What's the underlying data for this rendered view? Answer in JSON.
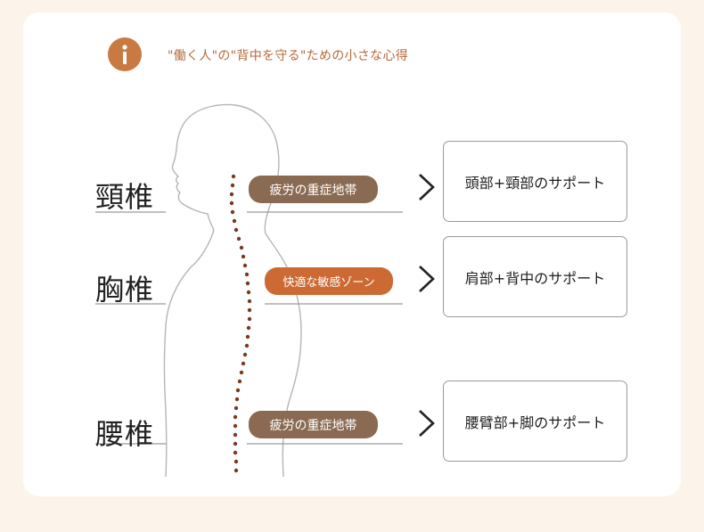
{
  "header": {
    "title": "\"働く人\"の\"背中を守る\"ための小さな心得",
    "icon": "info-icon",
    "icon_glyph": "i"
  },
  "regions": [
    {
      "label": "頸椎",
      "tag": "疲労の重症地帯",
      "tag_color": "#8a6a52",
      "support": "頭部+頸部のサポート"
    },
    {
      "label": "胸椎",
      "tag": "快適な敏感ゾーン",
      "tag_color": "#cd6a34",
      "support": "肩部+背中のサポート"
    },
    {
      "label": "腰椎",
      "tag": "疲労の重症地帯",
      "tag_color": "#8a6a52",
      "support": "腰臂部+脚のサポート"
    }
  ],
  "colors": {
    "accent": "#c97a42",
    "spine_dots": "#7a3a22",
    "background": "#fcf4ea"
  }
}
